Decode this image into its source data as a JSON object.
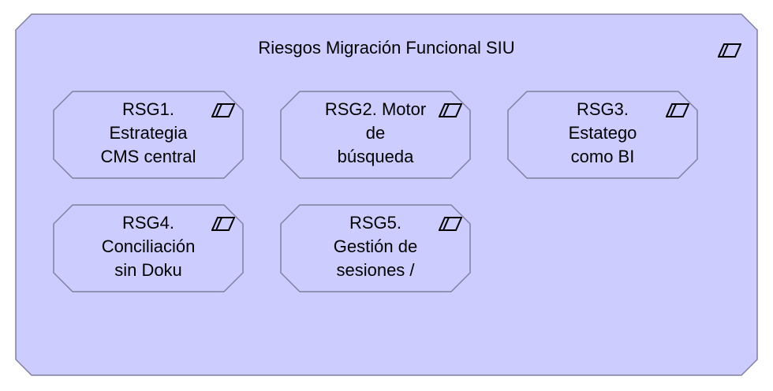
{
  "colors": {
    "fill": "#ccccff",
    "stroke": "#7f7f9f",
    "icon_stroke": "#000000"
  },
  "group": {
    "title": "Riesgos Migración Funcional SIU",
    "icon": "risk-parallelogram-icon"
  },
  "nodes": [
    {
      "lines": [
        "RSG1.",
        "Estrategia",
        "CMS central"
      ],
      "icon": "risk-parallelogram-icon"
    },
    {
      "lines": [
        "RSG2. Motor",
        "de",
        "búsqueda"
      ],
      "icon": "risk-parallelogram-icon"
    },
    {
      "lines": [
        "RSG3.",
        "Estatego",
        "como BI"
      ],
      "icon": "risk-parallelogram-icon"
    },
    {
      "lines": [
        "RSG4.",
        "Conciliación",
        "sin Doku"
      ],
      "icon": "risk-parallelogram-icon"
    },
    {
      "lines": [
        "RSG5.",
        "Gestión de",
        "sesiones /"
      ],
      "icon": "risk-parallelogram-icon"
    }
  ]
}
